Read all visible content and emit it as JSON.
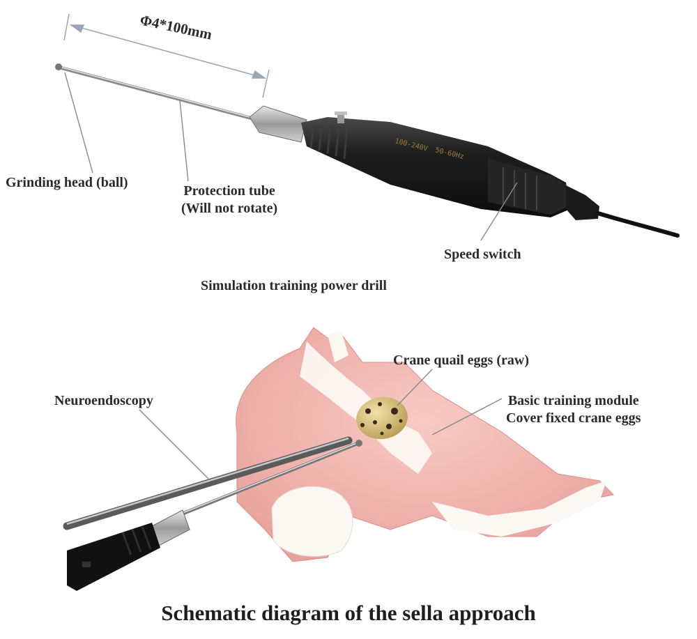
{
  "drill_section": {
    "dimension": "Φ4*100mm",
    "grinding_head": "Grinding head (ball)",
    "protection_tube_line1": "Protection tube",
    "protection_tube_line2": "(Will not rotate)",
    "speed_switch": "Speed switch",
    "caption": "Simulation training power drill",
    "body_print_1": "100-240V",
    "body_print_2": "50-60Hz"
  },
  "approach_section": {
    "neuroendoscopy": "Neuroendoscopy",
    "quail_eggs": "Crane quail eggs (raw)",
    "module_line1": "Basic training module",
    "module_line2": "Cover fixed crane eggs",
    "title": "Schematic diagram of the sella approach"
  },
  "colors": {
    "drill_body": "#1c1c1c",
    "steel": "#b8b8b8",
    "model_pink": "#f3b9b4",
    "model_white": "#fbf7f2",
    "egg": "#d8c07a",
    "leader_line": "#888888"
  }
}
